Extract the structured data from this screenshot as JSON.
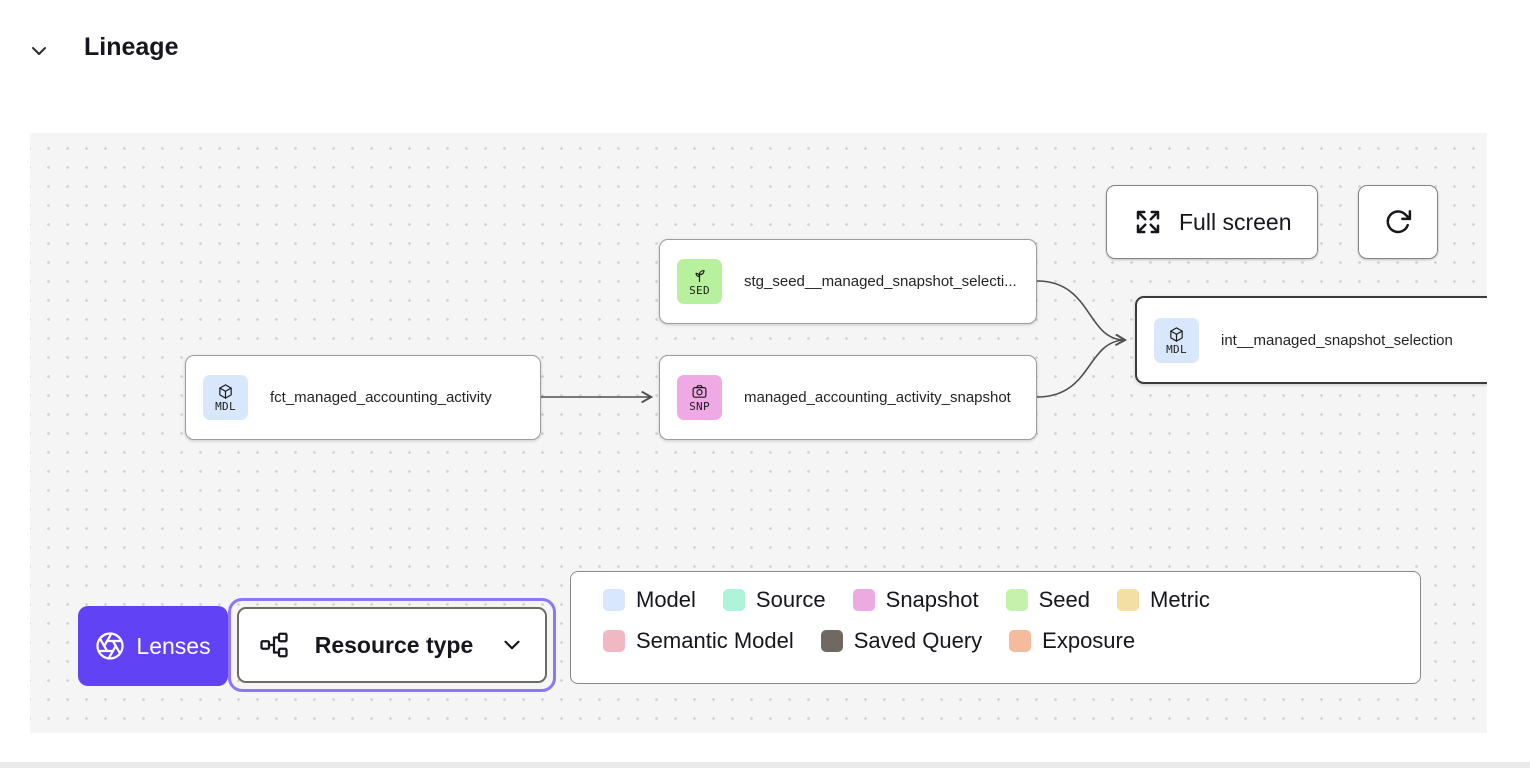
{
  "header": {
    "title": "Lineage",
    "collapse_icon": "chevron-down-icon"
  },
  "toolbar": {
    "full_screen_label": "Full screen",
    "full_screen_icon": "expand-arrows-icon",
    "refresh_icon": "refresh-icon"
  },
  "nodes": [
    {
      "code": "SED",
      "label": "stg_seed__managed_snapshot_selecti...",
      "type": "seed",
      "icon": "seed-sprout-icon",
      "badge_color": "#b8f19e",
      "selected": false
    },
    {
      "code": "MDL",
      "label": "fct_managed_accounting_activity",
      "type": "model",
      "icon": "model-cube-icon",
      "badge_color": "#d8e7fb",
      "selected": false
    },
    {
      "code": "SNP",
      "label": "managed_accounting_activity_snapshot",
      "type": "snapshot",
      "icon": "snapshot-camera-icon",
      "badge_color": "#efa9e5",
      "selected": false
    },
    {
      "code": "MDL",
      "label": "int__managed_snapshot_selection",
      "type": "model",
      "icon": "model-cube-icon",
      "badge_color": "#d8e7fb",
      "selected": true
    }
  ],
  "controls": {
    "lenses_label": "Lenses",
    "lenses_icon": "aperture-icon",
    "resource_type_label": "Resource type",
    "resource_type_icon": "hierarchy-icon",
    "resource_type_state_icon": "chevron-down-icon"
  },
  "legend": {
    "items": [
      {
        "label": "Model",
        "color": "#d8e7fb"
      },
      {
        "label": "Source",
        "color": "#adf4da"
      },
      {
        "label": "Snapshot",
        "color": "#eda9e2"
      },
      {
        "label": "Seed",
        "color": "#c4f1ab"
      },
      {
        "label": "Metric",
        "color": "#f3dfa4"
      },
      {
        "label": "Semantic Model",
        "color": "#f1b7c3"
      },
      {
        "label": "Saved Query",
        "color": "#6f6961"
      },
      {
        "label": "Exposure",
        "color": "#f4bb9d"
      }
    ]
  },
  "colors": {
    "accent_purple": "#6142f4",
    "focus_ring_purple": "#8d76f8",
    "canvas_background": "#f5f5f5",
    "edge": "#4f4f4f",
    "selected_node_border": "#3b3b3b"
  }
}
